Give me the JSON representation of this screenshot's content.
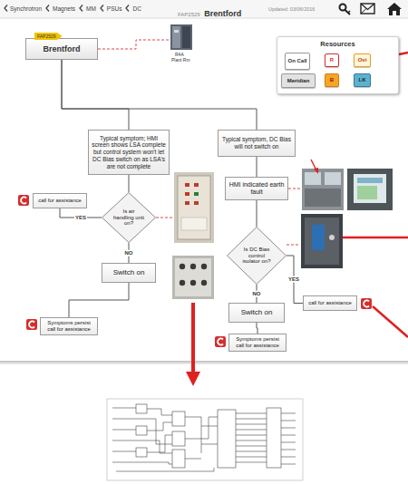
{
  "diagram": {
    "nodes": [
      {
        "text": [
          "FAP2529",
          "Brentford"
        ]
      },
      {
        "text": [
          "Resources"
        ]
      },
      {
        "text": [
          "On Call"
        ],
        "in": 1
      },
      {
        "text": [
          "R"
        ],
        "in": 1
      },
      {
        "text": [
          "Ovi"
        ],
        "in": 1
      },
      {
        "text": [
          "Meridian"
        ],
        "in": 1
      },
      {
        "text": [
          "B"
        ],
        "in": 1
      },
      {
        "text": [
          "LK"
        ],
        "in": 1
      },
      {
        "text": [
          "Typical symptom; HMI screen shows LSA complete but control system won't let DC Bias switch on as LSA's are not complete"
        ]
      },
      {
        "text": [
          "Typical symptom, DC Bias will not switch on"
        ]
      },
      {
        "text": [
          "HMI indicated earth fault"
        ]
      },
      {
        "text": [
          "Is air handling unit on?"
        ]
      },
      {
        "text": [
          "call for assistance"
        ]
      },
      {
        "text": [
          "Is DC Bias control isolator on?"
        ]
      },
      {
        "text": [
          "Switch on"
        ]
      },
      {
        "text": [
          "Switch on"
        ]
      },
      {
        "text": [
          "call for assistance"
        ]
      },
      {
        "text": [
          "Symptoms persist call for assistance"
        ]
      },
      {
        "text": [
          "Symptoms persist call for assistance"
        ]
      }
    ],
    "edges": [
      {
        "from": 0,
        "to": 8,
        "arrow": "none"
      },
      {
        "from": 0,
        "to": 9,
        "arrow": "none"
      },
      {
        "from": 8,
        "to": 11,
        "arrow": "none"
      },
      {
        "from": 9,
        "to": 10,
        "arrow": "none"
      },
      {
        "from": 10,
        "to": 13,
        "arrow": "none"
      },
      {
        "from": 11,
        "to": 12,
        "label": "YES",
        "arrow": "none"
      },
      {
        "from": 11,
        "to": 14,
        "label": "NO",
        "arrow": "none"
      },
      {
        "from": 14,
        "to": 17,
        "arrow": "none"
      },
      {
        "from": 13,
        "to": 15,
        "label": "NO",
        "arrow": "none"
      },
      {
        "from": 13,
        "to": 16,
        "label": "YES",
        "arrow": "none"
      },
      {
        "from": 15,
        "to": 18,
        "arrow": "none"
      }
    ],
    "labels": [
      "Synchrotron",
      "Magnets",
      "MM",
      "PSUs",
      "DC",
      "FAP2529",
      "Brentford",
      "Updated: 03/06/2016",
      "R4A",
      "Plant Rm"
    ]
  }
}
